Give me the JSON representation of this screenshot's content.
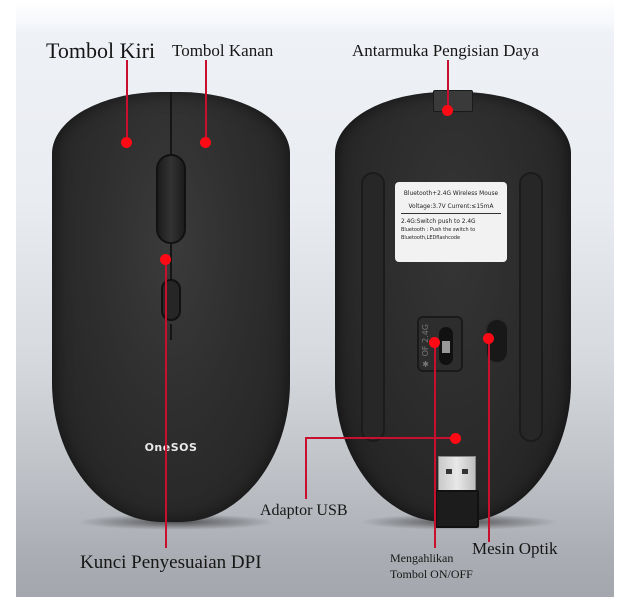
{
  "labels": {
    "left_button": "Tombol Kiri",
    "right_button": "Tombol Kanan",
    "charging_port": "Antarmuka Pengisian Daya",
    "usb_adapter": "Adaptor USB",
    "dpi_key": "Kunci Penyesuaian DPI",
    "optical_engine": "Mesin Optik",
    "switch_line1": "Mengahlikan",
    "switch_line2": "Tombol ON/OFF"
  },
  "mouse_top": {
    "brand": "OneSOS"
  },
  "mouse_bottom": {
    "sticker": {
      "line1": "Bluetooth+2.4G Wireless Mouse",
      "line2": "Voltage:3.7V  Current:≤15mA",
      "line3": "2.4G:Switch push to 2.4G",
      "line4": "Bluetooth : Push the switch to",
      "line5": "Bluetooth,LEDflashcode"
    },
    "switch_markings": "✱ OF 2.4G"
  },
  "colors": {
    "leader_line": "#c8102e",
    "marker_dot": "#ff0a14",
    "mouse_body": "#2a2a2a",
    "label_text": "#161616"
  }
}
